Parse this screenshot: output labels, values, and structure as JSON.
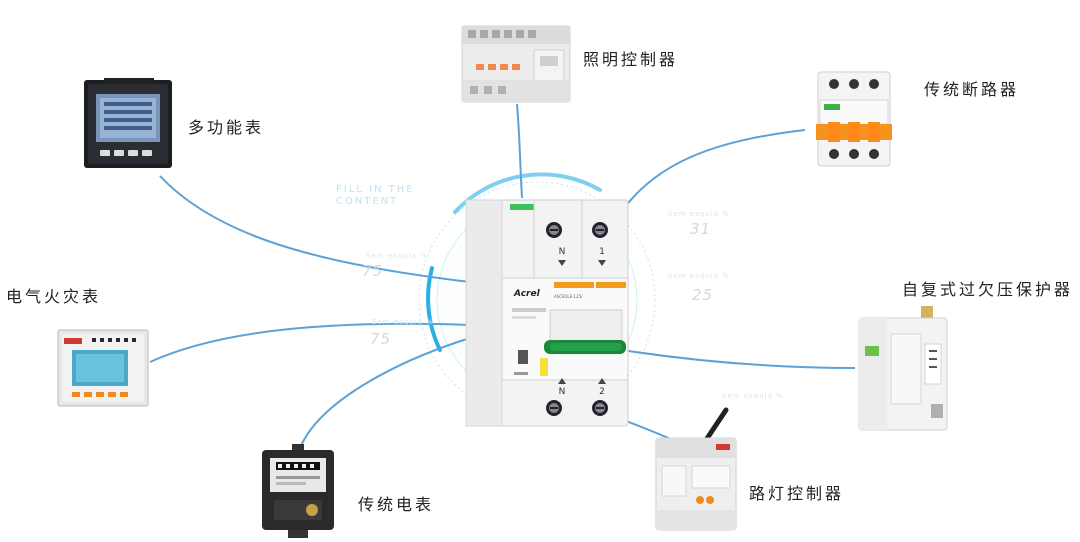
{
  "center_device": {
    "brand": "Acrel",
    "model": "ASCB1LE-125/",
    "terminal_top": [
      "N",
      "1"
    ],
    "terminal_bottom": [
      "N",
      "2"
    ]
  },
  "labels": {
    "multifunction_meter": "多功能表",
    "lighting_controller": "照明控制器",
    "traditional_breaker": "传统断路器",
    "fire_meter": "电气火灾表",
    "auto_reclosing_protector": "自复式过欠压保护器",
    "traditional_meter": "传统电表",
    "streetlight_controller": "路灯控制器"
  },
  "watermarks": {
    "title_line1": "FILL IN THE",
    "title_line2": "CONTENT",
    "small_text": [
      "Sem esquia %",
      "Sem esquia %",
      "Sem esquia %",
      "Sem esquia %",
      "Sem esquia %"
    ],
    "numbers": [
      "31",
      "25",
      "75",
      "75"
    ]
  },
  "colors": {
    "link_line": "#5aa2d8",
    "glow": "#2ab0e6",
    "breaker_orange": "#f39b1c",
    "handle_green": "#1a8a3a"
  }
}
